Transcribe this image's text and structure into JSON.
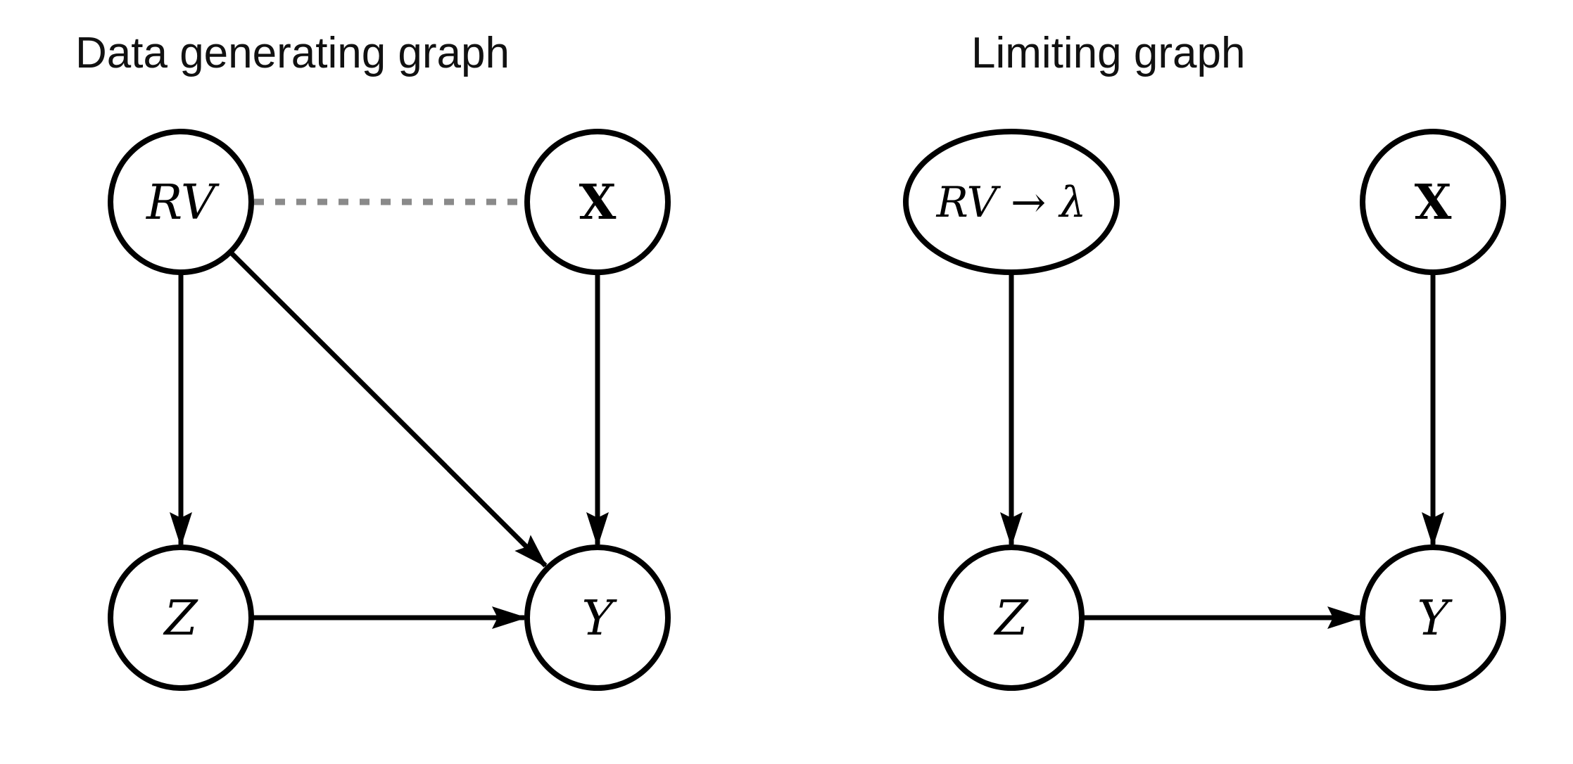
{
  "figure": {
    "background_color": "#ffffff",
    "ink_color": "#000000",
    "dashed_edge_color": "#8a8a8a"
  },
  "left_graph": {
    "title": "Data generating graph",
    "nodes": {
      "rv": {
        "label": "RV",
        "shape": "circle"
      },
      "x": {
        "label": "X",
        "shape": "circle"
      },
      "z": {
        "label": "Z",
        "shape": "circle"
      },
      "y": {
        "label": "Y",
        "shape": "circle"
      }
    },
    "edges": [
      {
        "from": "RV",
        "to": "X",
        "style": "dashed",
        "directed": false
      },
      {
        "from": "RV",
        "to": "Z",
        "style": "solid",
        "directed": true
      },
      {
        "from": "RV",
        "to": "Y",
        "style": "solid",
        "directed": true
      },
      {
        "from": "X",
        "to": "Y",
        "style": "solid",
        "directed": true
      },
      {
        "from": "Z",
        "to": "Y",
        "style": "solid",
        "directed": true
      }
    ]
  },
  "right_graph": {
    "title": "Limiting graph",
    "nodes": {
      "rv_lambda": {
        "label": "RV → λ",
        "shape": "ellipse"
      },
      "x": {
        "label": "X",
        "shape": "circle"
      },
      "z": {
        "label": "Z",
        "shape": "circle"
      },
      "y": {
        "label": "Y",
        "shape": "circle"
      }
    },
    "edges": [
      {
        "from": "RV → λ",
        "to": "Z",
        "style": "solid",
        "directed": true
      },
      {
        "from": "X",
        "to": "Y",
        "style": "solid",
        "directed": true
      },
      {
        "from": "Z",
        "to": "Y",
        "style": "solid",
        "directed": true
      }
    ]
  }
}
